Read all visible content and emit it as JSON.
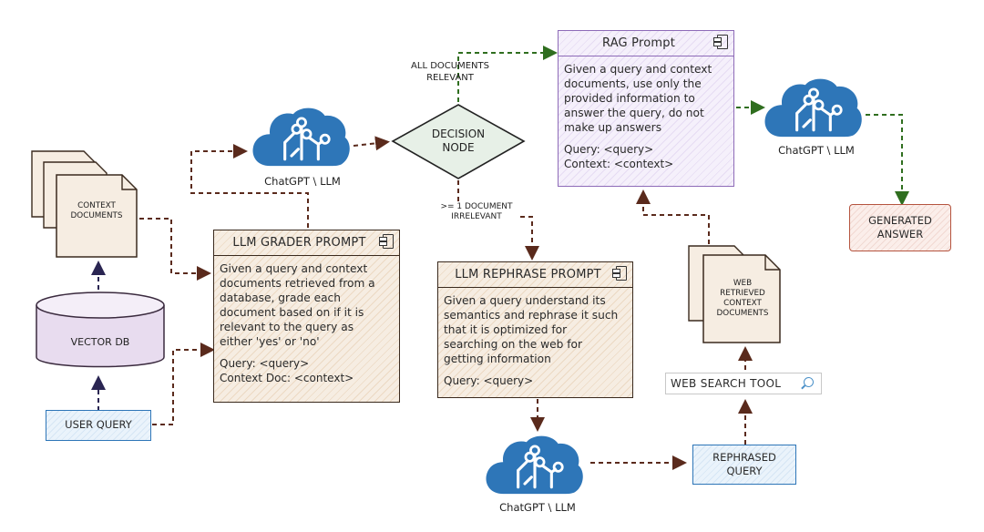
{
  "context_documents": "CONTEXT\nDOCUMENTS",
  "vector_db": "VECTOR DB",
  "user_query": "USER QUERY",
  "llm_label": "ChatGPT \\ LLM",
  "decision_node": "DECISION\nNODE",
  "edge_all_relevant": "ALL DOCUMENTS\nRELEVANT",
  "edge_irrelevant": ">= 1 DOCUMENT\nIRRELEVANT",
  "grader": {
    "title": "LLM GRADER PROMPT",
    "body": "Given a query and context\ndocuments retrieved from a\ndatabase, grade each\ndocument based on if it is\nrelevant to the query as\neither 'yes' or 'no'",
    "vars": [
      "Query: <query>",
      "Context Doc: <context>"
    ]
  },
  "rephrase": {
    "title": "LLM REPHRASE PROMPT",
    "body": "Given a query understand its\nsemantics and rephrase it such\nthat it is optimized for\nsearching on the web for\ngetting information",
    "vars": [
      "Query: <query>"
    ]
  },
  "rag": {
    "title": "RAG Prompt",
    "body": "Given a query and context\ndocuments, use only the\nprovided information to\nanswer the query, do not\nmake up answers",
    "vars": [
      "Query: <query>",
      "Context: <context>"
    ]
  },
  "web_docs": "WEB\nRETRIEVED\nCONTEXT\nDOCUMENTS",
  "web_search_tool": "WEB SEARCH TOOL",
  "rephrased_query": "REPHRASED\nQUERY",
  "generated_answer": "GENERATED\nANSWER",
  "colors": {
    "brown": "#5a2a1c",
    "green": "#2f6e1f",
    "blue": "#2e76b8",
    "purple": "#8e6bb8",
    "red": "#b5543f"
  }
}
